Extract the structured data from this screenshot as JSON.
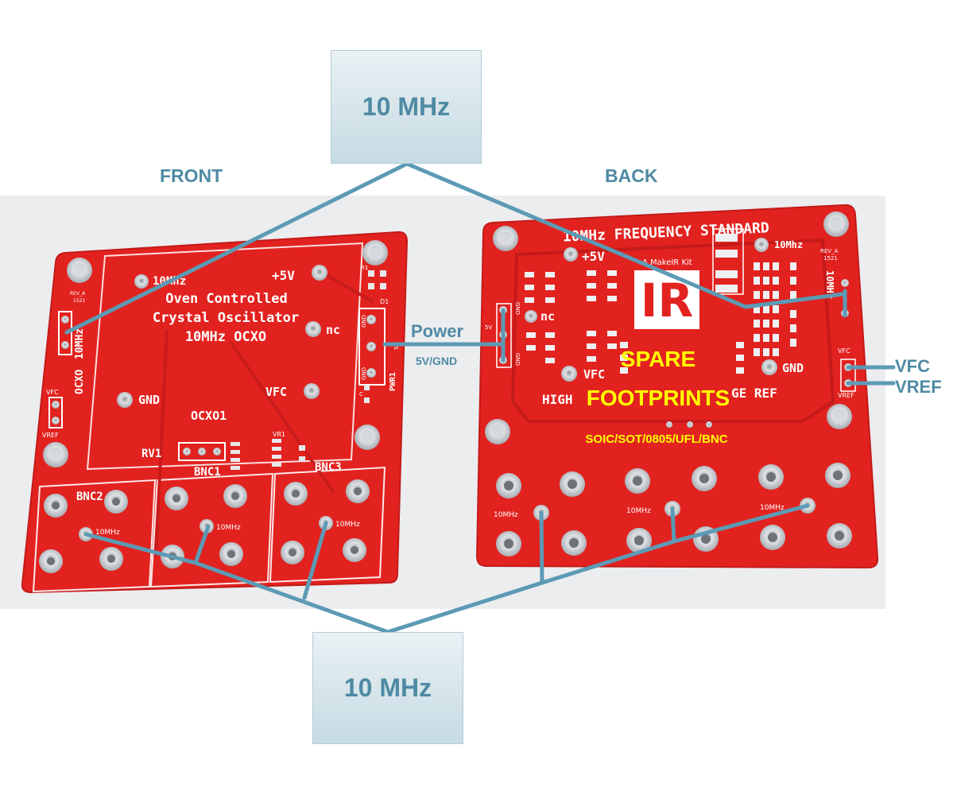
{
  "labels": {
    "front": "FRONT",
    "back": "BACK",
    "top_callout": "10 MHz",
    "bottom_callout": "10 MHz",
    "power": "Power",
    "power_sub": "5V/GND",
    "vfc": "VFC",
    "vref": "VREF"
  },
  "front_board": {
    "title_line1": "Oven Controlled",
    "title_line2": "Crystal Oscillator",
    "title_line3": "10MHz OCXO",
    "pin_10mhz": "10Mhz",
    "pin_5v": "+5V",
    "pin_nc": "nc",
    "pin_gnd": "GND",
    "pin_vfc": "VFC",
    "ref_ocxo1": "OCXO1",
    "ref_rv1": "RV1",
    "ref_vr1": "VR1",
    "ref_pwr1": "PWR1",
    "ref_r1": "R1",
    "ref_d1": "D1",
    "ref_c": "C",
    "side_ocxo": "OCXO",
    "side_10mhz": "10MHz",
    "side_vfc": "VFC",
    "side_vref": "VREF",
    "rev": "REV_A",
    "date": "1521",
    "hdr_gnd_top": "GND",
    "hdr_5v": "5V",
    "hdr_gnd_bottom": "GND",
    "bnc2": "BNC2",
    "bnc1": "BNC1",
    "bnc3": "BNC3",
    "bnc_10mhz": "10MHz"
  },
  "back_board": {
    "title": "10MHz FREQUENCY STANDARD",
    "kit": "A MakeIR Kit",
    "logo": "IR",
    "pin_5v": "+5V",
    "pin_nc": "nc",
    "pin_vfc": "VFC",
    "pin_gnd": "GND",
    "pin_10mhz": "10Mhz",
    "side_10mhz": "10MHz",
    "hdr_gnd_top": "GND",
    "hdr_5v": "5V",
    "hdr_gnd_bottom": "GND",
    "small_vfc": "VFC",
    "small_vref": "VREF",
    "rev": "REV_A",
    "date": "1521",
    "bottom_text_left": "HIGH",
    "bottom_text_right": "GE REF",
    "spare_line1": "SPARE",
    "spare_line2": "FOOTPRINTS",
    "spare_sub": "SOIC/SOT/0805/UFL/BNC",
    "bnc_10mhz": "10MHz"
  },
  "colors": {
    "pcb": "#e2221f",
    "pcb_edge": "#c31b1a",
    "callout_text": "#4f8aa3",
    "connector_line": "#5c9ab5",
    "spare_text": "#ffff00"
  }
}
